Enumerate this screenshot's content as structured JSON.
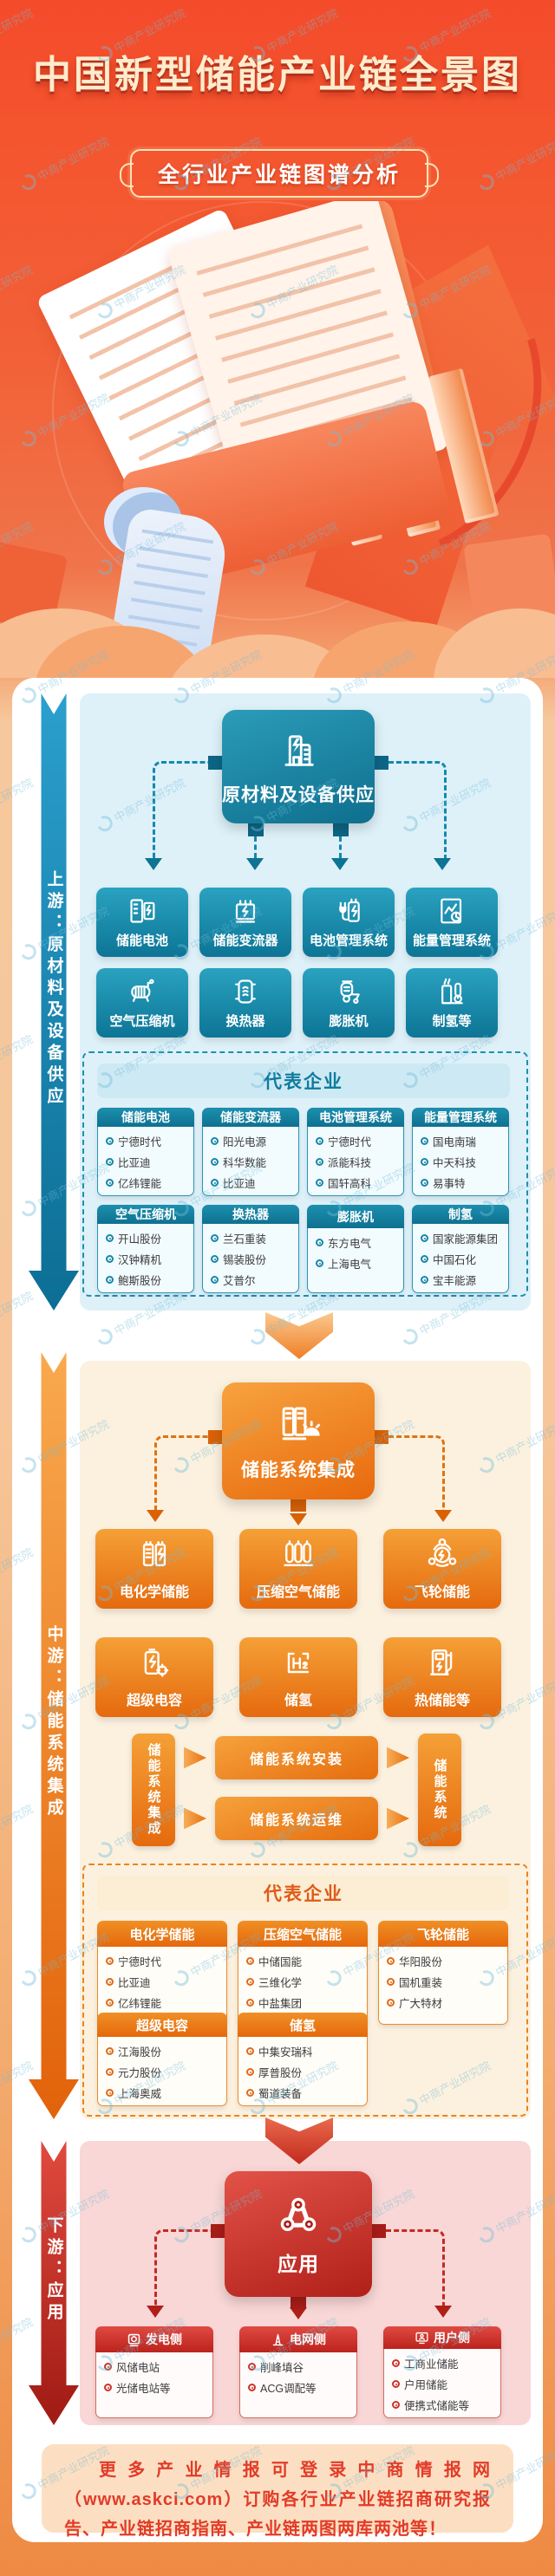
{
  "watermark": {
    "text": "中商产业研究院"
  },
  "header": {
    "title": "中国新型储能产业链全景图",
    "badge": "全行业产业链图谱分析"
  },
  "colors": {
    "teal": "#0e7191",
    "teal_light": "#def1f9",
    "orange": "#e8690c",
    "cream": "#fcf1df",
    "red": "#b02019",
    "pink": "#f8d7d6",
    "footer_bg": "#fcdfc2",
    "footer_text": "#e23b28",
    "title_gold": "#ffeccd"
  },
  "upstream": {
    "ribbon": "上游：原材料及设备供应",
    "hub": {
      "label": "原材料及设备供应",
      "icon": "factory-building-icon"
    },
    "boxes": [
      {
        "label": "储能电池",
        "icon": "battery-cabinet-icon"
      },
      {
        "label": "储能变流器",
        "icon": "converter-icon"
      },
      {
        "label": "电池管理系统",
        "icon": "battery-plug-icon"
      },
      {
        "label": "能量管理系统",
        "icon": "energy-report-icon"
      },
      {
        "label": "空气压缩机",
        "icon": "air-compressor-icon"
      },
      {
        "label": "换热器",
        "icon": "heat-exchanger-icon"
      },
      {
        "label": "膨胀机",
        "icon": "expander-icon"
      },
      {
        "label": "制氢等",
        "icon": "hydrogen-plant-icon"
      }
    ],
    "rep_title": "代表企业",
    "cards": [
      {
        "title": "储能电池",
        "items": [
          "宁德时代",
          "比亚迪",
          "亿纬锂能"
        ]
      },
      {
        "title": "储能变流器",
        "items": [
          "阳光电源",
          "科华数能",
          "比亚迪"
        ]
      },
      {
        "title": "电池管理系统",
        "items": [
          "宁德时代",
          "派能科技",
          "国轩高科"
        ]
      },
      {
        "title": "能量管理系统",
        "items": [
          "国电南瑞",
          "中天科技",
          "易事特"
        ]
      },
      {
        "title": "空气压缩机",
        "items": [
          "开山股份",
          "汉钟精机",
          "鲍斯股份"
        ]
      },
      {
        "title": "换热器",
        "items": [
          "兰石重装",
          "锡装股份",
          "艾普尔"
        ]
      },
      {
        "title": "膨胀机",
        "items": [
          "东方电气",
          "上海电气"
        ]
      },
      {
        "title": "制氢",
        "items": [
          "国家能源集团",
          "中国石化",
          "宝丰能源"
        ]
      }
    ]
  },
  "midstream": {
    "ribbon": "中游：储能系统集成",
    "hub": {
      "label": "储能系统集成",
      "icon": "storage-integration-icon"
    },
    "boxes": [
      {
        "label": "电化学储能",
        "icon": "dual-battery-icon"
      },
      {
        "label": "压缩空气储能",
        "icon": "air-tanks-icon"
      },
      {
        "label": "飞轮储能",
        "icon": "flywheel-icon"
      },
      {
        "label": "超级电容",
        "icon": "supercapacitor-icon"
      },
      {
        "label": "储氢",
        "icon": "h2-tank-icon"
      },
      {
        "label": "热储能等",
        "icon": "thermal-storage-icon"
      }
    ],
    "flow": {
      "left": "储能系统集成",
      "top": "储能系统安装",
      "bottom": "储能系统运维",
      "right": "储能系统"
    },
    "rep_title": "代表企业",
    "cards": [
      {
        "title": "电化学储能",
        "items": [
          "宁德时代",
          "比亚迪",
          "亿纬锂能"
        ]
      },
      {
        "title": "压缩空气储能",
        "items": [
          "中储国能",
          "三维化学",
          "中盐集团"
        ]
      },
      {
        "title": "飞轮储能",
        "items": [
          "华阳股份",
          "国机重装",
          "广大特材"
        ]
      },
      {
        "title": "超级电容",
        "items": [
          "江海股份",
          "元力股份",
          "上海奥威"
        ]
      },
      {
        "title": "储氢",
        "items": [
          "中集安瑞科",
          "厚普股份",
          "蜀道装备"
        ]
      }
    ]
  },
  "downstream": {
    "ribbon": "下游：应用",
    "hub": {
      "label": "应用",
      "icon": "chain-links-icon"
    },
    "cards": [
      {
        "title": "发电侧",
        "icon": "generator-icon",
        "items": [
          "风储电站",
          "光储电站等"
        ]
      },
      {
        "title": "电网侧",
        "icon": "power-tower-icon",
        "items": [
          "削峰填谷",
          "ACG调配等"
        ]
      },
      {
        "title": "用户侧",
        "icon": "user-monitor-icon",
        "items": [
          "工商业储能",
          "户用储能",
          "便携式储能等"
        ]
      }
    ]
  },
  "footer": {
    "text": "更多产业情报可登录中商情报网（www.askci.com）订购各行业产业链招商研究报告、产业链招商指南、产业链两图两库两池等！"
  }
}
